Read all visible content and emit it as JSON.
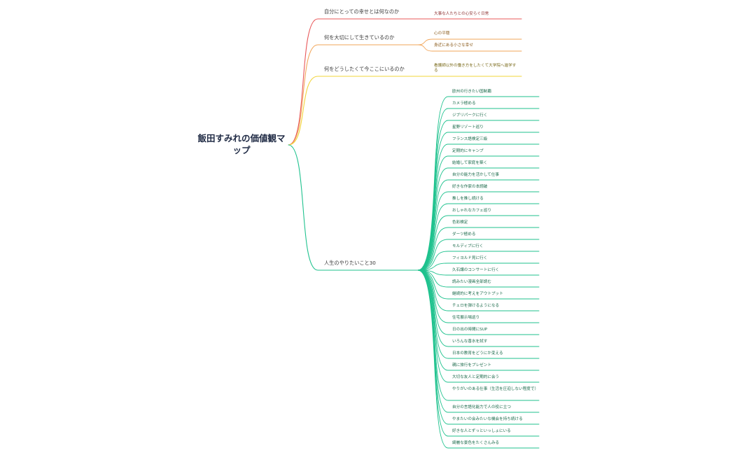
{
  "map": {
    "title": "飯田すみれの価値観マップ",
    "colors": {
      "branch1": "#e8585a",
      "branch2": "#f2a65a",
      "branch3": "#f2d43a",
      "branch4": "#1fc28e",
      "text_branch1": "#8a2c2c",
      "text_branch2": "#8a5a1a",
      "text_branch3": "#7a6a1a",
      "text_branch4": "#1a6a4a"
    },
    "branches": [
      {
        "label": "自分にとっての幸せとは何なのか",
        "children": [
          "大事な人たちとの心安らぐ日常"
        ]
      },
      {
        "label": "何を大切にして生きているのか",
        "children": [
          "心の平穏",
          "身近にある小さな幸せ"
        ]
      },
      {
        "label": "何をどうしたくて今ここにいるのか",
        "children": [
          "看護師以外の働き方をしたくて大学院へ進学する"
        ]
      },
      {
        "label": "人生のやりたいこと30",
        "children": [
          "欧州の行きたい国制覇",
          "カメラ極める",
          "ジブリパークに行く",
          "星野リゾート巡り",
          "フランス語検定三級",
          "定期的にキャンプ",
          "結婚して家庭を築く",
          "自分の能力を活かして仕事",
          "好きな作家の本読破",
          "推しを推し続ける",
          "おしゃれなカフェ巡り",
          "色彩検定",
          "ダーツ極める",
          "モルディブに行く",
          "フィヨルド見に行く",
          "久石譲のコンサートに行く",
          "読みたい漫画全部読む",
          "継続的に考えをアウトプット",
          "チェロを弾けるようになる",
          "住宅展示場巡り",
          "日の出の時間にSUP",
          "いろんな香水を試す",
          "日本の教育をどうにか変える",
          "親に旅行をプレゼント",
          "大切な友人と定期的に会う",
          "やりがいのある仕事（生活を圧迫しない程度で）",
          "自分の言語化能力で人の役に立つ",
          "やまたいの会みたいな機会を持ち続ける",
          "好きな人とずっといっしょにいる",
          "綺麗な景色をたくさんみる"
        ]
      }
    ]
  }
}
